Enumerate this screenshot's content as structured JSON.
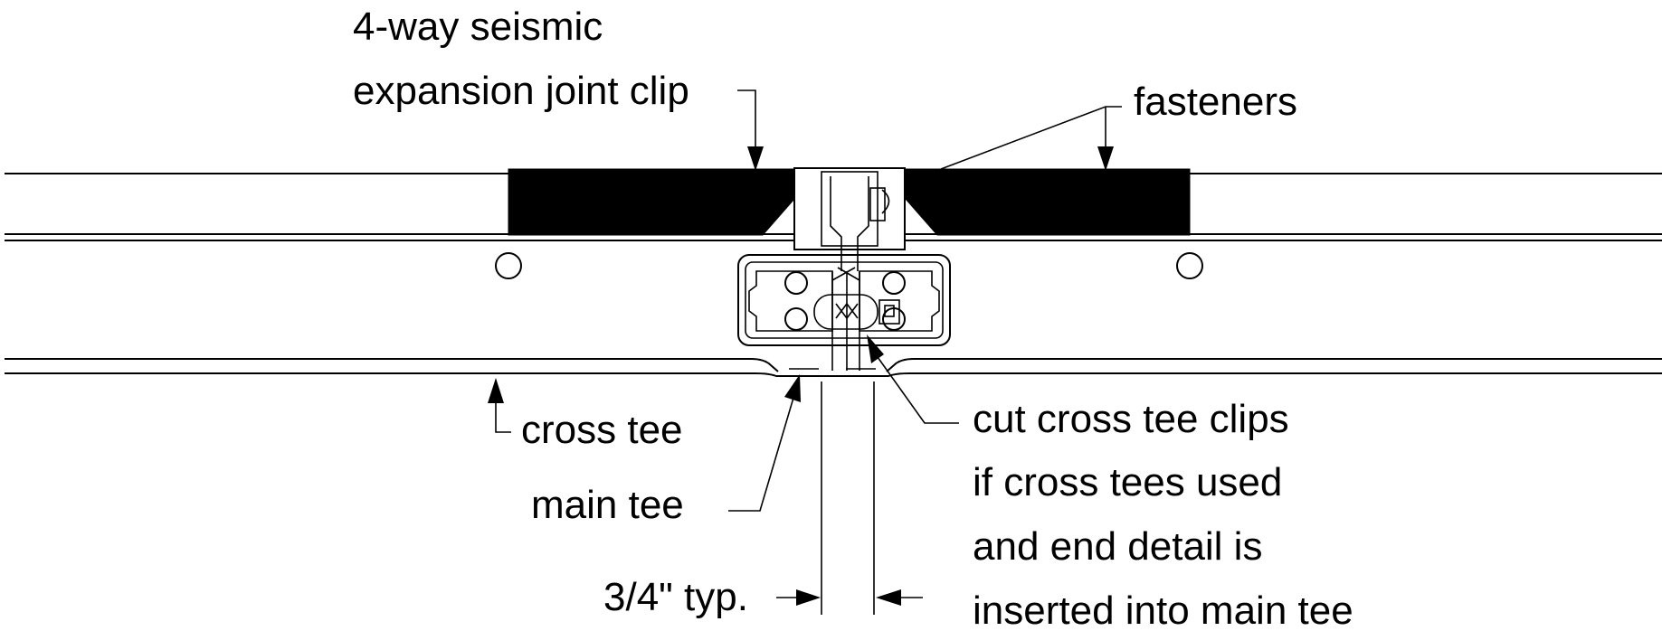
{
  "labels": {
    "clip_line1": "4-way seismic",
    "clip_line2": "expansion joint clip",
    "fasteners": "fasteners",
    "cross_tee": "cross tee",
    "main_tee": "main tee",
    "cut_line1": "cut cross tee clips",
    "cut_line2": "if cross tees used",
    "cut_line3": "and end detail is",
    "cut_line4": "inserted into main tee",
    "dimension": "3/4\" typ."
  },
  "colors": {
    "ink": "#000000",
    "background": "#ffffff"
  }
}
